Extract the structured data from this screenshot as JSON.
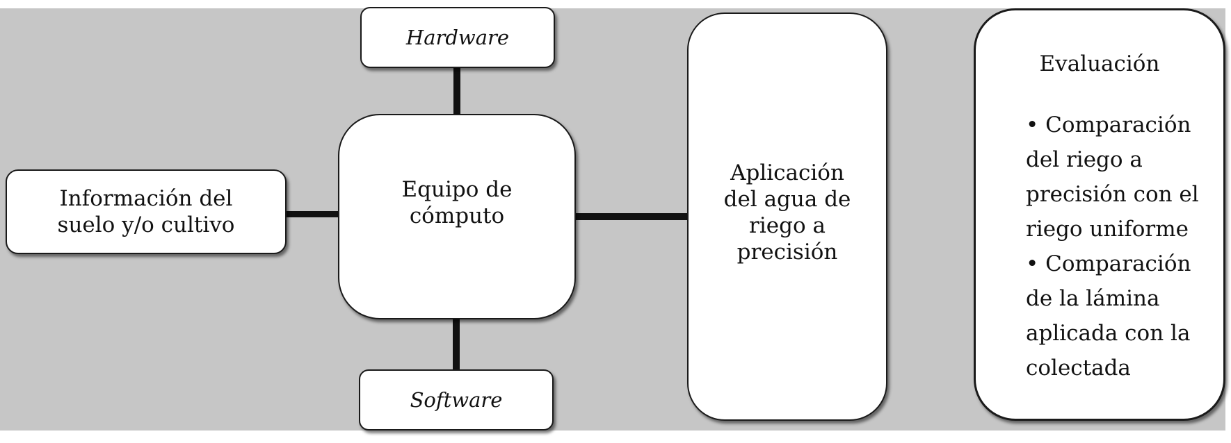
{
  "diagram": {
    "hardware_label": "Hardware",
    "software_label": "Software",
    "info_label_line1": "Información del",
    "info_label_line2": "suelo y/o cultivo",
    "equipo_line1": "Equipo de",
    "equipo_line2": "cómputo",
    "aplicacion_line1": "Aplicación",
    "aplicacion_line2": "del agua de",
    "aplicacion_line3": "riego a",
    "aplicacion_line4": "precisión",
    "evaluacion_title": "Evaluación",
    "evaluacion_items": [
      "• Comparación",
      "del riego a",
      "precisión con el",
      "riego uniforme",
      "•  Comparación",
      "de la lámina",
      "aplicada con la",
      "colectada"
    ]
  }
}
